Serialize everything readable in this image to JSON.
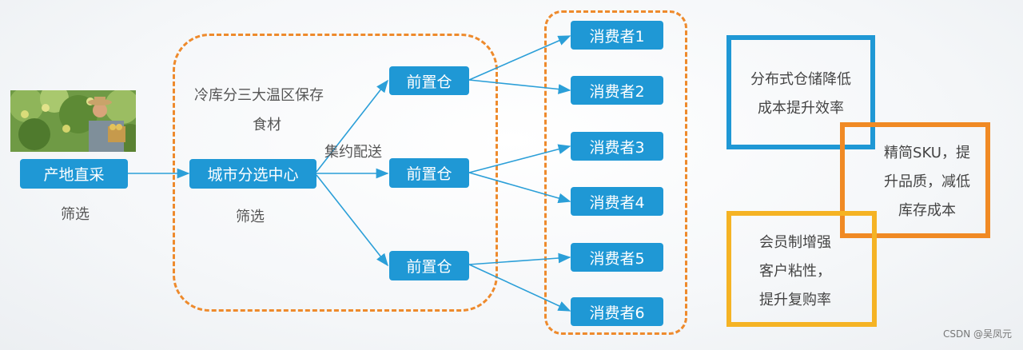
{
  "nodes": {
    "origin": "产地直采",
    "city_center": "城市分选中心",
    "front_warehouse": "前置仓",
    "consumers": [
      "消费者1",
      "消费者2",
      "消费者3",
      "消费者4",
      "消费者5",
      "消费者6"
    ]
  },
  "labels": {
    "origin_note": "筛选",
    "cold_storage_line1": "冷库分三大温区保存",
    "cold_storage_line2": "食材",
    "center_note": "筛选",
    "delivery": "集约配送"
  },
  "highlights": [
    {
      "lines": [
        "分布式仓储降低",
        "成本提升效率"
      ],
      "color": "#1f98d5"
    },
    {
      "lines": [
        "精简SKU，提",
        "升品质，减低",
        "库存成本"
      ],
      "color": "#f08a24"
    },
    {
      "lines": [
        "会员制增强",
        "客户粘性，",
        "提升复购率"
      ],
      "color": "#f5b324"
    }
  ],
  "colors": {
    "node_fill": "#1f98d5",
    "dashed_border": "#ee8a2c",
    "arrow": "#2b9fd8"
  },
  "watermark": "CSDN @吴凤元"
}
